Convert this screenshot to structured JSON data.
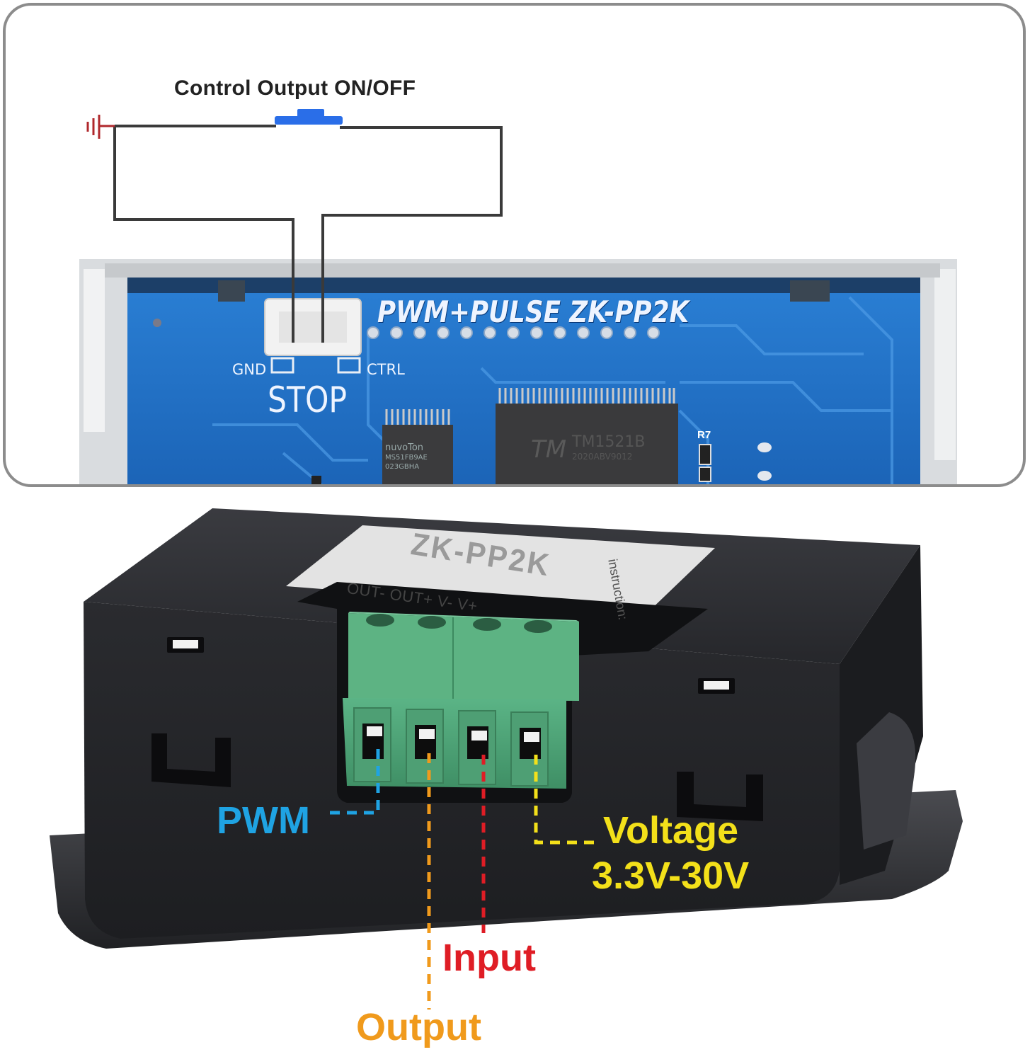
{
  "circuit": {
    "title": "Control Output ON/OFF"
  },
  "pcb": {
    "model_text": "PWM+PULSE   ZK-PP2K",
    "connector_left": "GND",
    "connector_right": "CTRL",
    "button_label": "STOP",
    "chip_main_line1": "TM1521B",
    "chip_main_line2": "2020ABV9012",
    "chip_small_brand": "nuvoTon",
    "chip_small_line1": "MS51FB9AE",
    "chip_small_line2": "023GBHA",
    "resistor_label": "R7"
  },
  "device": {
    "sticker_text": "ZK-PP2K",
    "pin_labels": "OUT- OUT+  V-    V+",
    "sticker_note": "instruction:"
  },
  "callouts": {
    "pwm": "PWM",
    "voltage": "Voltage",
    "voltage_range": "3.3V-30V",
    "input": "Input",
    "output": "Output"
  },
  "colors": {
    "pwm": "#1fa3e3",
    "voltage": "#f3e01a",
    "input": "#df1d25",
    "output": "#f09a1c",
    "pcb": "#1d6fc4",
    "terminal": "#4fa57a",
    "enclosure": "#2e2f33",
    "button": "#2a6ee8",
    "ground": "#b0282c"
  }
}
